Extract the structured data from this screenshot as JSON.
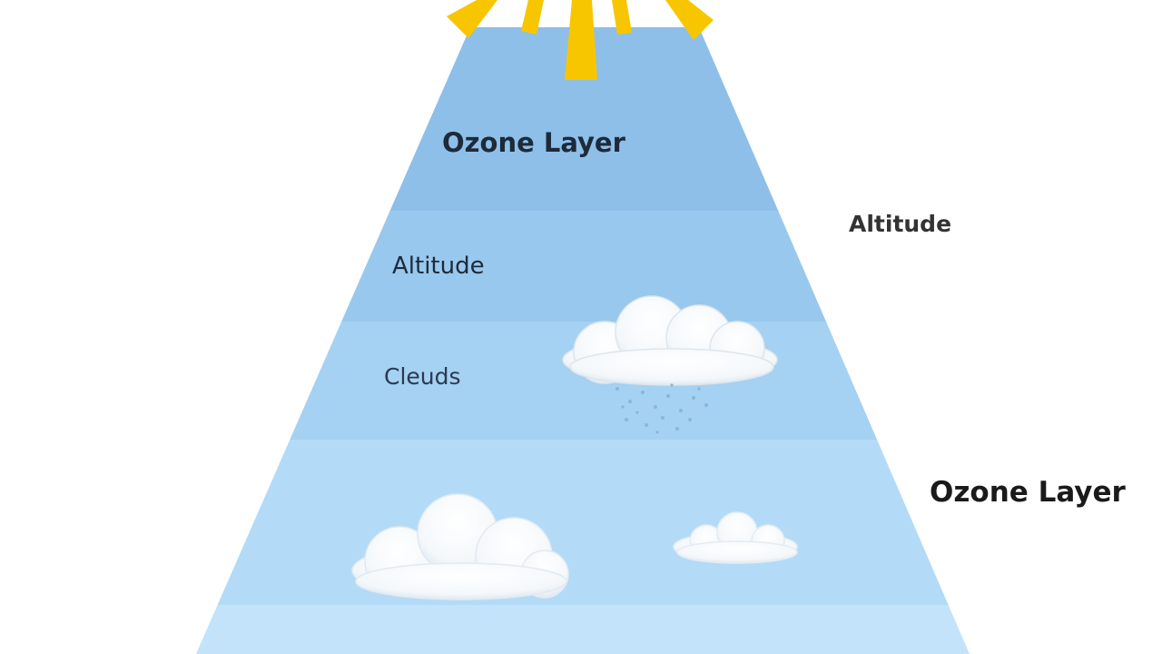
{
  "diagram": {
    "inner_labels": {
      "ozone": "Ozone Layer",
      "altitude": "Altitude",
      "clouds": "Cleuds"
    },
    "side_labels": {
      "altitude": "Altitude",
      "ozone": "Ozone Layer"
    },
    "colors": {
      "sun_rays": "#f7c600",
      "band_top": "#8ebfe8",
      "band_2": "#98c8ed",
      "band_3": "#a3d0f1",
      "band_4": "#b2daf6",
      "band_5": "#c1e3f9",
      "cloud": "#ffffff",
      "text": "#1b2533"
    }
  }
}
